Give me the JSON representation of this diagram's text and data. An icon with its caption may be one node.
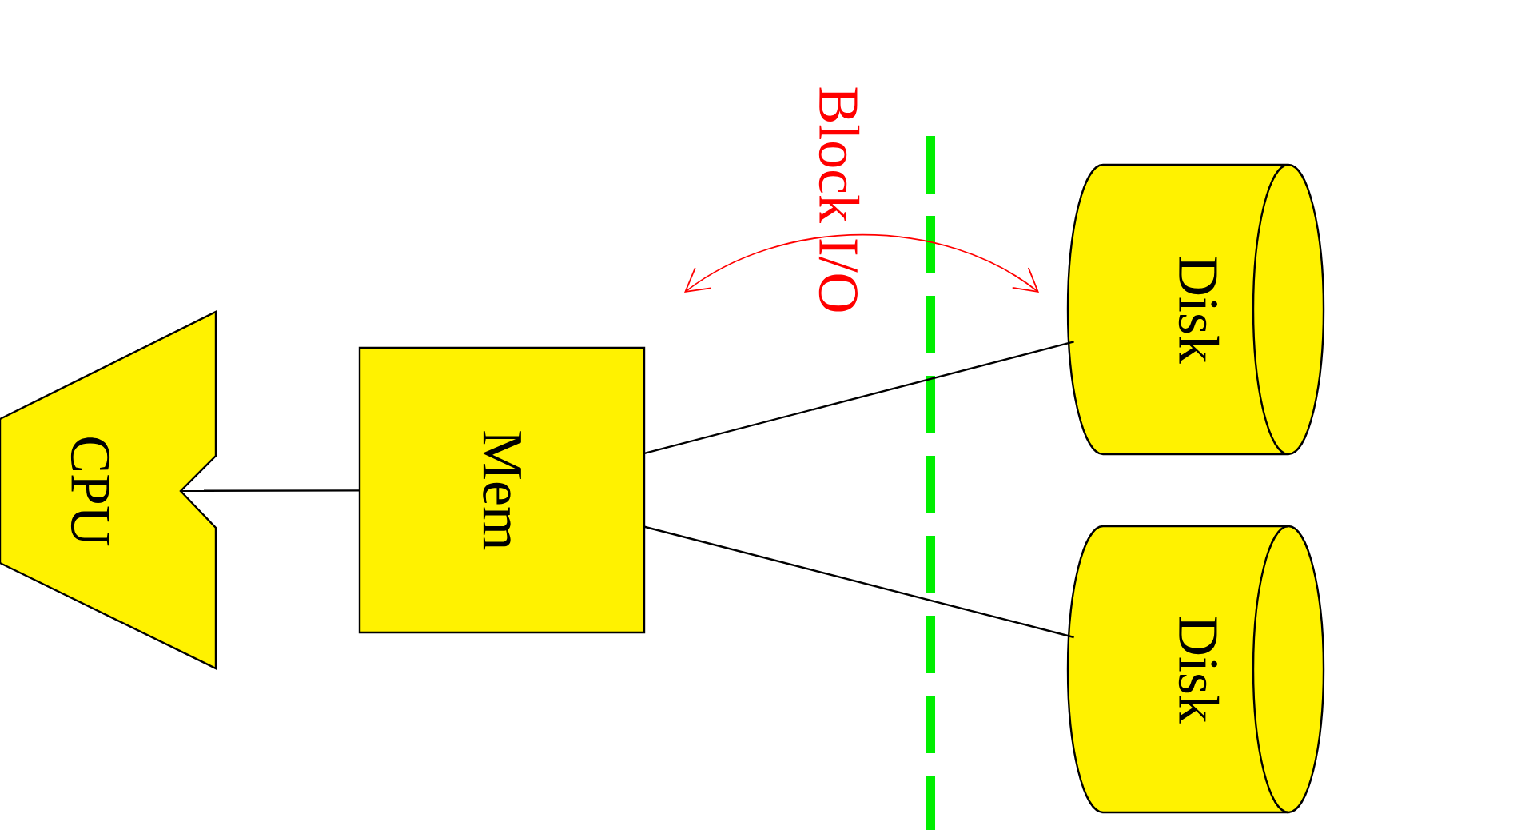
{
  "diagram": {
    "nodes": [
      {
        "text": [
          "CPU"
        ]
      },
      {
        "text": [
          "Mem"
        ]
      },
      {
        "text": [
          "Disk"
        ]
      },
      {
        "text": [
          "Disk"
        ]
      }
    ],
    "edges": [
      {
        "from": 1,
        "to": 0,
        "arrow": "none"
      },
      {
        "from": 1,
        "to": 2,
        "arrow": "none"
      },
      {
        "from": 1,
        "to": 3,
        "arrow": "none"
      }
    ],
    "labels": [
      "Block I/O"
    ]
  }
}
